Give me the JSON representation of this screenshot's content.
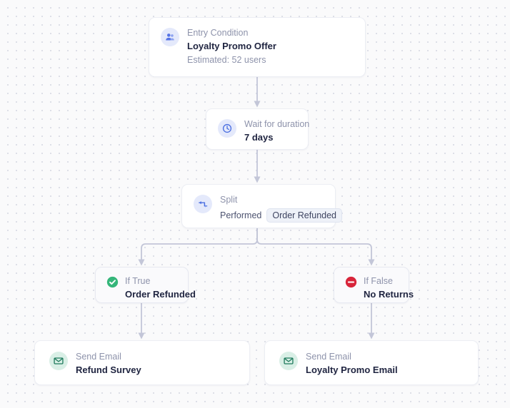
{
  "canvas": {
    "background_color": "#fafafb",
    "grid_dot_color": "#d8dae3",
    "connector_color": "#c3c6d8"
  },
  "nodes": {
    "entry": {
      "icon": "users-icon",
      "label": "Entry Condition",
      "value": "Loyalty Promo Offer",
      "sub": "Estimated: 52 users"
    },
    "wait": {
      "icon": "clock-icon",
      "label": "Wait for duration",
      "value": "7 days"
    },
    "split": {
      "icon": "split-arrow-icon",
      "label": "Split",
      "verb": "Performed",
      "chip": "Order Refunded"
    },
    "branch_true": {
      "icon": "check-circle-icon",
      "icon_color": "#35b67a",
      "label": "If True",
      "value": "Order Refunded"
    },
    "branch_false": {
      "icon": "minus-circle-icon",
      "icon_color": "#d8253a",
      "label": "If False",
      "value": "No Returns"
    },
    "email_left": {
      "icon": "envelope-icon",
      "label": "Send Email",
      "value": "Refund Survey"
    },
    "email_right": {
      "icon": "envelope-icon",
      "label": "Send Email",
      "value": "Loyalty Promo Email"
    }
  }
}
